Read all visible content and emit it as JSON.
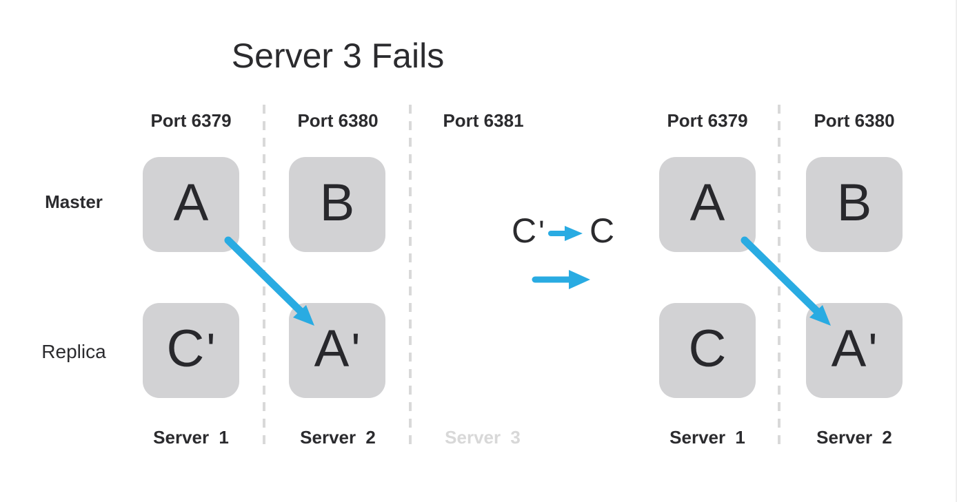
{
  "title": "Server 3 Fails",
  "colors": {
    "accent_blue": "#29abe2",
    "box_fill": "#d2d2d4",
    "divider_gray": "#d9d9d9",
    "text_dark": "#2b2b2e",
    "faded_text": "#d8d8d8"
  },
  "left_panel": {
    "ports": [
      "Port 6379",
      "Port 6380",
      "Port 6381"
    ],
    "row_labels": {
      "master": "Master",
      "replica": "Replica"
    },
    "boxes": {
      "master": [
        {
          "label": "A"
        },
        {
          "label": "B"
        }
      ],
      "replica": [
        {
          "label": "C",
          "prime": "'"
        },
        {
          "label": "A",
          "prime": "'"
        }
      ]
    },
    "servers": [
      "Server 1",
      "Server 2",
      "Server 3"
    ]
  },
  "transition": {
    "promotion_from": "C",
    "promotion_from_prime": "'",
    "promotion_to": "C"
  },
  "right_panel": {
    "ports": [
      "Port 6379",
      "Port 6380"
    ],
    "boxes": {
      "master": [
        {
          "label": "A"
        },
        {
          "label": "B"
        }
      ],
      "replica": [
        {
          "label": "C"
        },
        {
          "label": "A",
          "prime": "'"
        }
      ]
    },
    "servers": [
      "Server 1",
      "Server 2"
    ]
  }
}
